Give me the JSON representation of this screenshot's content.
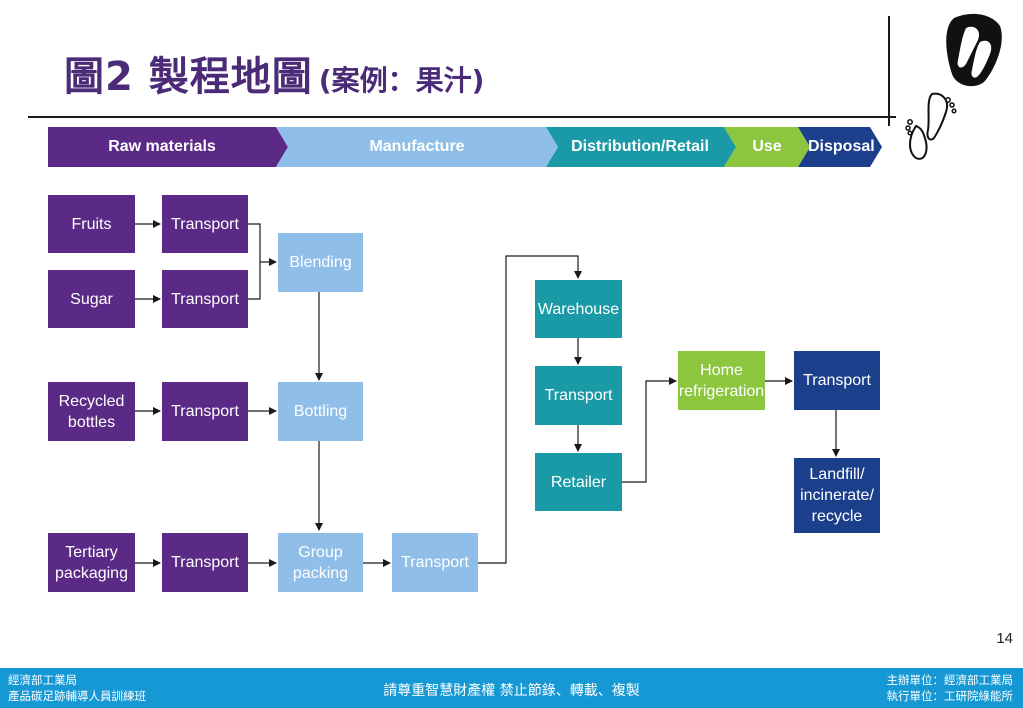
{
  "title": {
    "main": "圖2 製程地圖",
    "sub": "(案例：果汁)"
  },
  "stages": [
    {
      "label": "Raw materials",
      "color": "#5b2a86"
    },
    {
      "label": "Manufacture",
      "color": "#8fbfe8"
    },
    {
      "label": "Distribution/Retail",
      "color": "#1a9aa6"
    },
    {
      "label": "Use",
      "color": "#8cc63f"
    },
    {
      "label": "Disposal",
      "color": "#1c3f8c"
    }
  ],
  "boxes": {
    "fruits": "Fruits",
    "fruits_transport": "Transport",
    "sugar": "Sugar",
    "sugar_transport": "Transport",
    "blending": "Blending",
    "recycled_bottles": "Recycled\nbottles",
    "bottles_transport": "Transport",
    "bottling": "Bottling",
    "tertiary_packaging": "Tertiary\npackaging",
    "packaging_transport": "Transport",
    "group_packing": "Group\npacking",
    "distribution_transport": "Transport",
    "warehouse": "Warehouse",
    "warehouse_transport": "Transport",
    "retailer": "Retailer",
    "home_refrigeration": "Home\nrefrigeration",
    "disposal_transport": "Transport",
    "landfill": "Landfill/\nincinerate/\nrecycle"
  },
  "page_number": "14",
  "footer": {
    "left_line1": "經濟部工業局",
    "left_line2": "產品碳足跡輔導人員訓練班",
    "center": "請尊重智慧財產權 禁止節錄、轉載、複製",
    "right_line1": "主辦單位：經濟部工業局",
    "right_line2": "執行單位：工研院綠能所"
  },
  "icons": {
    "logo_top": "footprint-logo-icon",
    "logo_bottom": "footprint-outline-icon"
  }
}
